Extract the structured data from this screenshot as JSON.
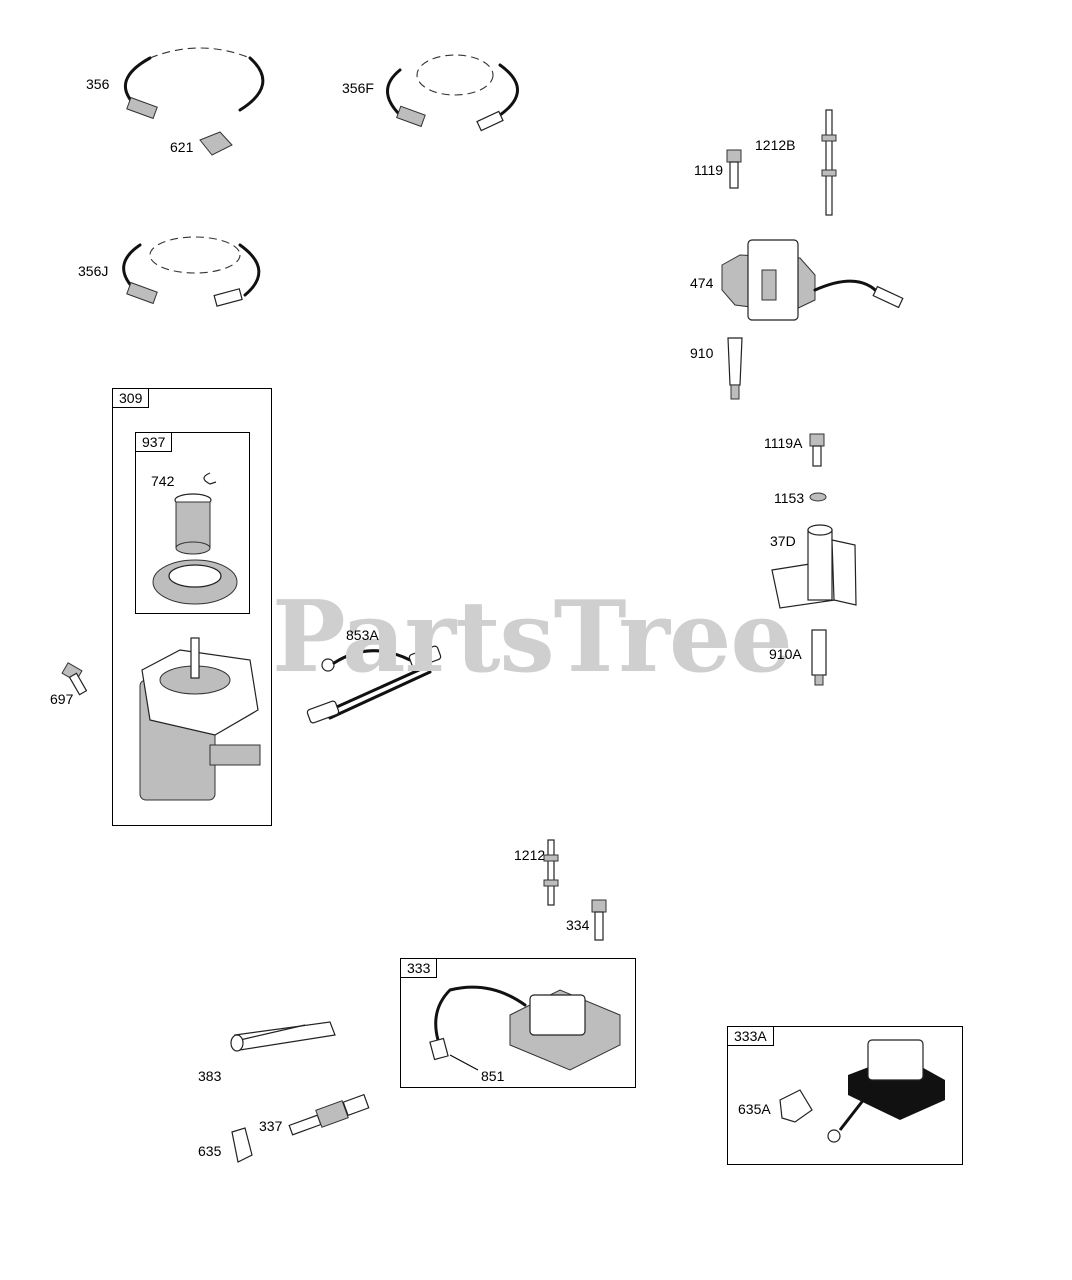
{
  "watermark": "PartsTree",
  "boxes": [
    {
      "id": "309"
    },
    {
      "id": "937"
    },
    {
      "id": "333"
    },
    {
      "id": "333A"
    }
  ],
  "labels": {
    "p356": "356",
    "p621": "621",
    "p356F": "356F",
    "p356J": "356J",
    "p1119": "1119",
    "p1212B": "1212B",
    "p474": "474",
    "p910": "910",
    "p1119A": "1119A",
    "p1153": "1153",
    "p37D": "37D",
    "p910A": "910A",
    "p309": "309",
    "p937": "937",
    "p742": "742",
    "p697": "697",
    "p853A": "853A",
    "p1212": "1212",
    "p334": "334",
    "p333": "333",
    "p851": "851",
    "p383": "383",
    "p337": "337",
    "p635": "635",
    "p333A": "333A",
    "p635A": "635A"
  }
}
